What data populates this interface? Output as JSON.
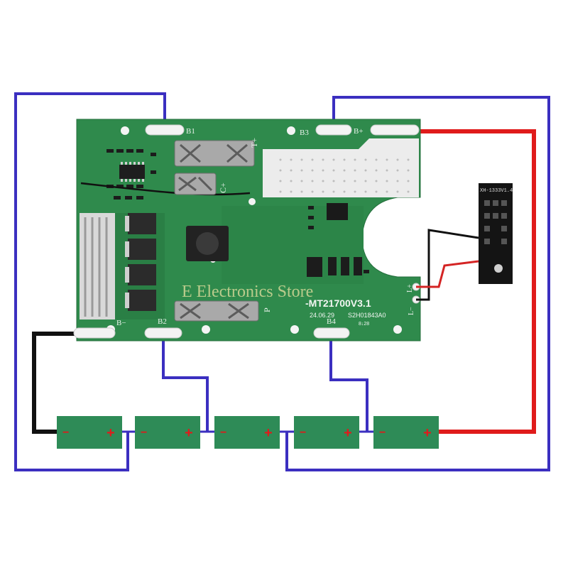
{
  "board": {
    "model": "-MT21700V3.1",
    "date_code": "24.06.29",
    "serial_code": "S2H01843A0",
    "small_code": "8↓28",
    "color": "#2e8b4e"
  },
  "pads": {
    "b1": "B1",
    "b2": "B2",
    "b3": "B3",
    "b4": "B4",
    "b_plus": "B+",
    "b_minus": "B−",
    "c_plus": "C+",
    "p": "P",
    "l_plus": "L+",
    "l_minus": "L−",
    "t_plus": "T+"
  },
  "led_module": {
    "label": "XH-1333V1.4"
  },
  "watermark": "E Electronics Store",
  "cells": [
    {
      "minus": "−",
      "plus": "+"
    },
    {
      "minus": "−",
      "plus": "+"
    },
    {
      "minus": "−",
      "plus": "+"
    },
    {
      "minus": "−",
      "plus": "+"
    },
    {
      "minus": "−",
      "plus": "+"
    }
  ],
  "colors": {
    "wire_balance": "#3b2fc0",
    "wire_positive": "#e01b1b",
    "wire_negative": "#111111",
    "cell_fill": "#2e8b57",
    "pcb": "#2f8a4c"
  }
}
